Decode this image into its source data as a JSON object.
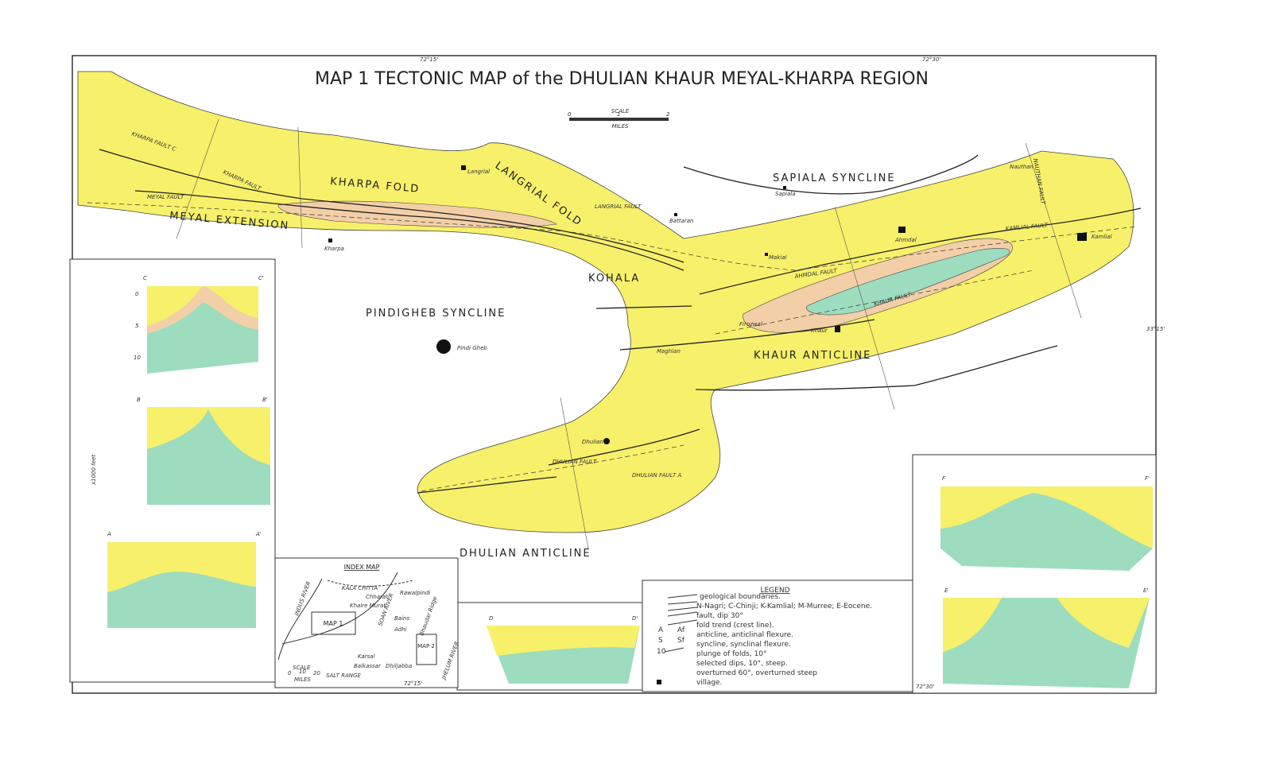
{
  "title": "MAP 1 TECTONIC MAP of the DHULIAN KHAUR MEYAL-KHARPA REGION",
  "coordinates": {
    "lon_left": "72°15'",
    "lon_right": "72°30'",
    "lat_right": "33°15'",
    "corner_bottom": "72°30'"
  },
  "scale": {
    "label": "SCALE",
    "ticks": [
      "0",
      "1",
      "2"
    ],
    "unit": "MILES"
  },
  "colors": {
    "nagri_chinji": "#f7f06a",
    "kamlial": "#f3cfa8",
    "murree": "#9ddcbf",
    "background": "#ffffff"
  },
  "structures": [
    "KHARPA FOLD",
    "LANGRIAL FOLD",
    "MEYAL EXTENSION",
    "SAPIALA SYNCLINE",
    "KOHALA",
    "PINDIGHEB SYNCLINE",
    "KHAUR ANTICLINE",
    "DHULIAN ANTICLINE"
  ],
  "villages": [
    "Langrial",
    "Kharpa",
    "Sapiala",
    "Battaran",
    "Ahmdal",
    "Makial",
    "Kamlial",
    "Pindi Gheb",
    "Firozwal",
    "Khaur",
    "Maghian",
    "Dhulian",
    "Nauthan"
  ],
  "faults": [
    "KHARPA FAULT",
    "KHARPA FAULT C",
    "MEYAL FAULT",
    "LANGRIAL FAULT",
    "AHMDAL FAULT",
    "KAMLIAL FAULT",
    "KHAUR FAULT",
    "DHULIAN FAULT",
    "DHULIAN FAULT A",
    "NAUTHAN FAULT"
  ],
  "sections": {
    "depth_label": "x1000 feet",
    "items": [
      {
        "id": "C",
        "end": "C'"
      },
      {
        "id": "B",
        "end": "B'"
      },
      {
        "id": "A",
        "end": "A'"
      },
      {
        "id": "D",
        "end": "D'"
      },
      {
        "id": "F",
        "end": "F'"
      },
      {
        "id": "E",
        "end": "E'"
      }
    ],
    "depth_ticks": [
      "0",
      "5",
      "10"
    ]
  },
  "legend": {
    "title": "LEGEND",
    "items": [
      "geological boundaries.",
      "N-Nagri; C-Chinji; K-Kamlial; M-Murree; E-Eocene.",
      "fault, dip 30°",
      "fold trend (crest line).",
      "anticline, anticlinal flexure.",
      "syncline, synclinal flexure.",
      "plunge of folds, 10°",
      "selected dips, 10°, steep.",
      "overturned 60°, overturned steep",
      "village."
    ],
    "symbols": [
      "A",
      "Af",
      "S",
      "Sf",
      "10"
    ]
  },
  "index_map": {
    "title": "INDEX MAP",
    "labels": [
      "KALA CHITTA",
      "Chharat",
      "Rawalpindi",
      "Khaire Murat",
      "INDUS RIVER",
      "SOAN RIVER",
      "MAP 1",
      "Bains",
      "Adhi",
      "Bhaudar Ridge",
      "MAP 2",
      "Karsal",
      "Balkassar",
      "Dhiljabba",
      "SALT RANGE",
      "JHELUM RIVER",
      "72°15'"
    ],
    "scale_label": "SCALE",
    "scale_ticks": [
      "0",
      "10",
      "20"
    ],
    "scale_unit": "MILES"
  }
}
